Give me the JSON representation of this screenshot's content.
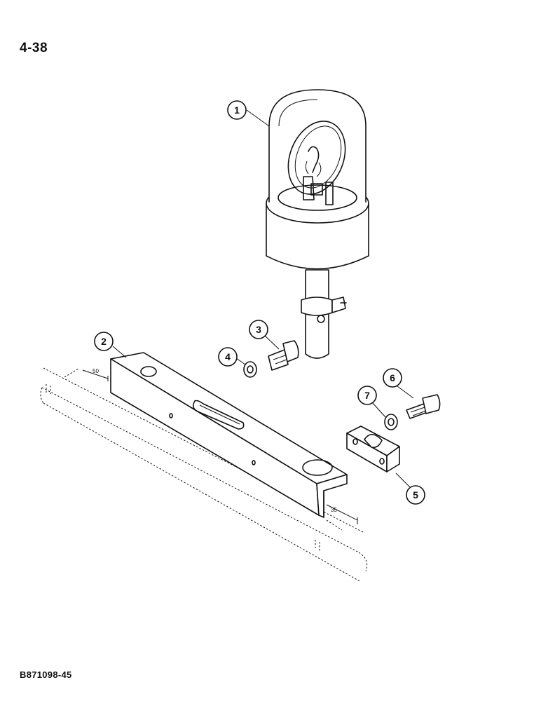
{
  "page_number": "4-38",
  "document_code": "B871098-45",
  "callouts": [
    "1",
    "2",
    "3",
    "4",
    "5",
    "6",
    "7"
  ],
  "dimensions": {
    "length": "50",
    "height": "35"
  }
}
